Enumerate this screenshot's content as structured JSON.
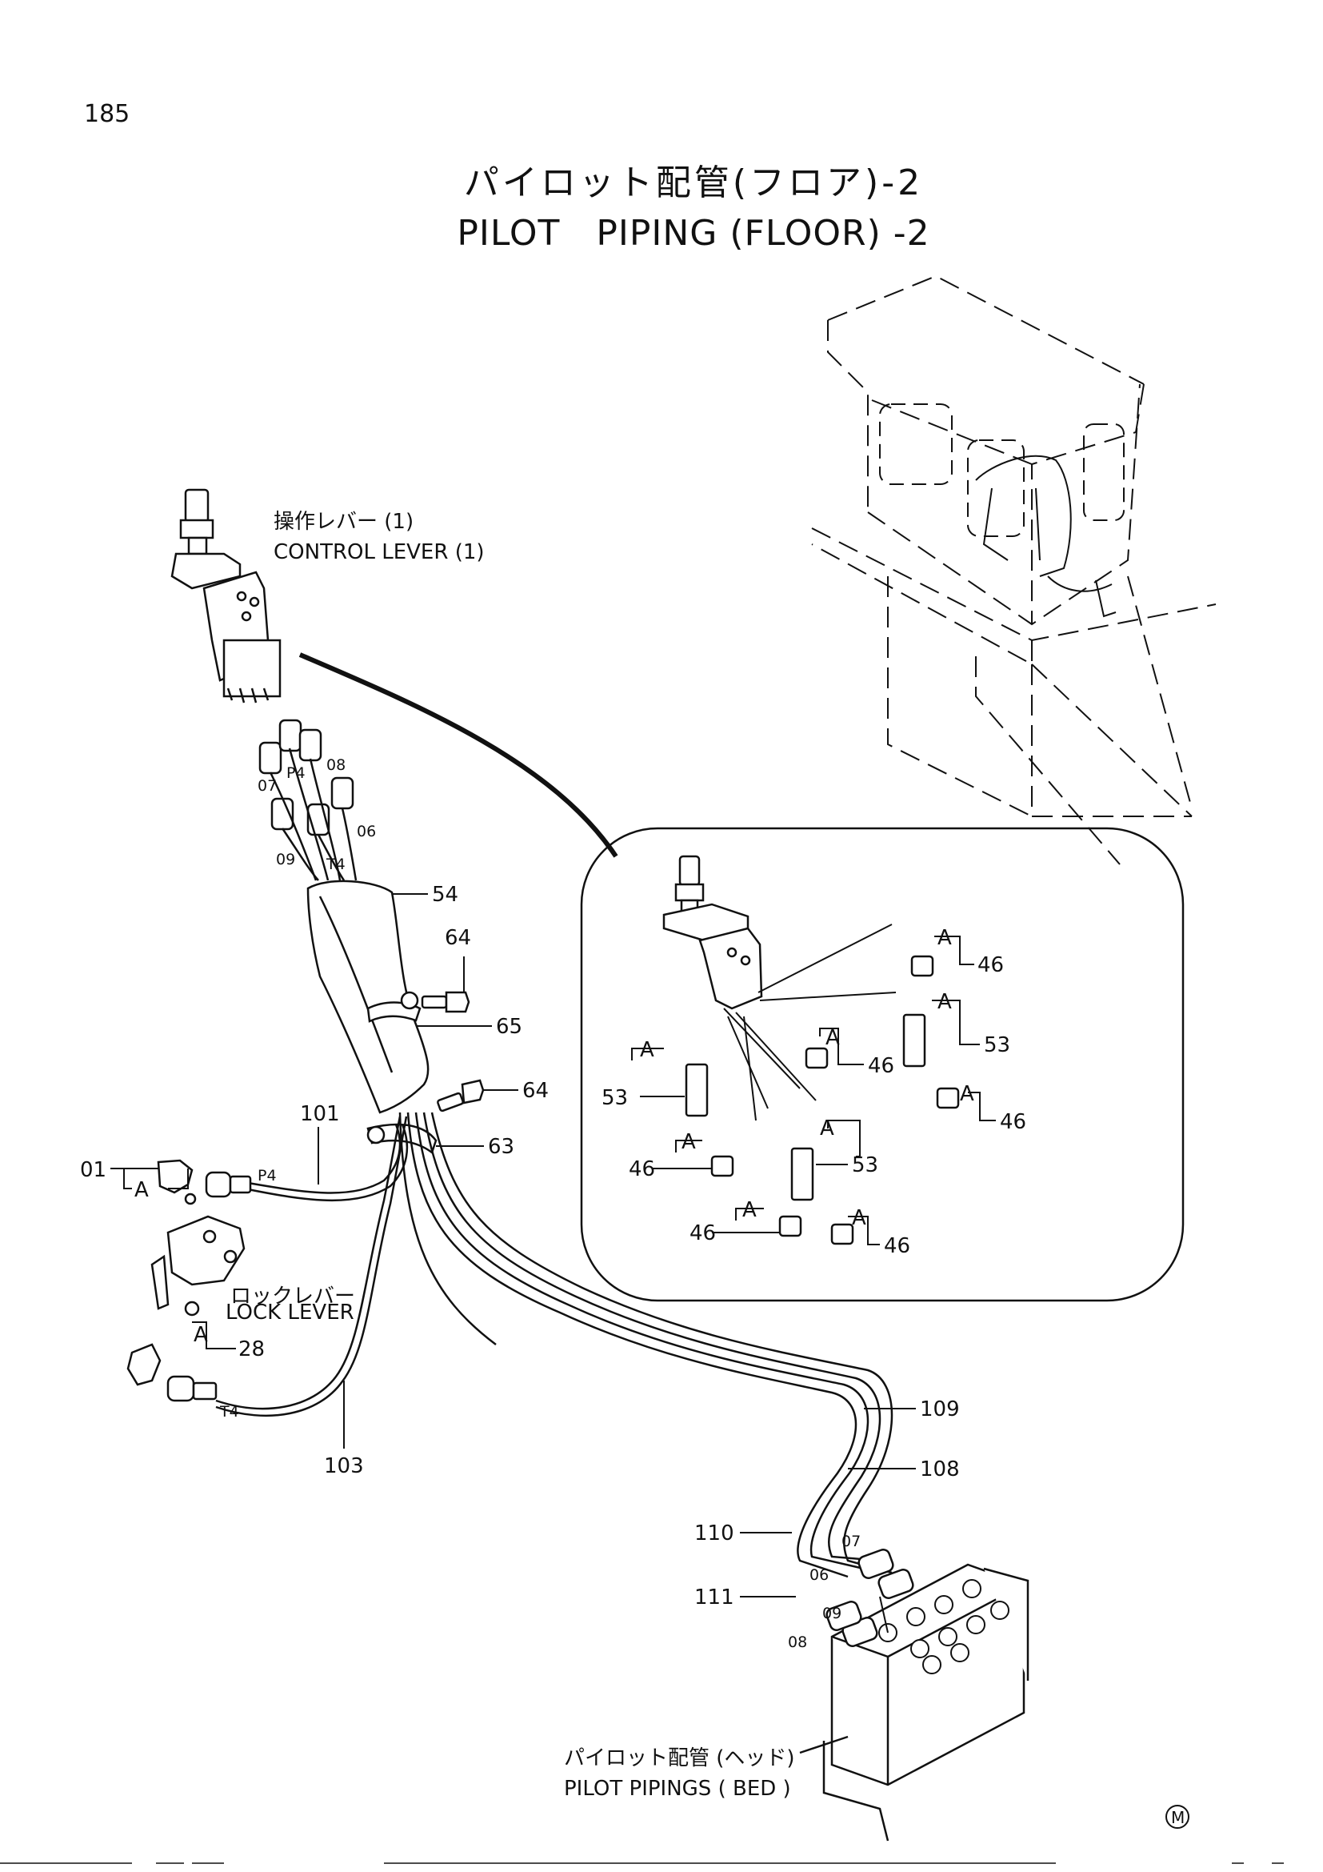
{
  "page_number": "185",
  "title_jp": "パイロット配管(フロア)-2",
  "title_en": "PILOT　PIPING (FLOOR) -2",
  "captions": {
    "control_lever_jp": "操作レバー (1)",
    "control_lever_en": "CONTROL LEVER (1)",
    "lock_lever_jp": "ロックレバー",
    "lock_lever_en": "LOCK LEVER",
    "pilot_pipings_jp": "パイロット配管 (ヘッド)",
    "pilot_pipings_en": "PILOT PIPINGS ( BED )"
  },
  "callouts": {
    "c54": "54",
    "c64a": "64",
    "c65": "65",
    "c64b": "64",
    "c63": "63",
    "c101": "101",
    "c01": "01",
    "c28": "28",
    "c103": "103",
    "c109": "109",
    "c108": "108",
    "c110": "110",
    "c111": "111",
    "p4_top": "P4",
    "t4_top": "T4",
    "p4_line": "P4",
    "t4_line": "T4",
    "n07_top": "07",
    "n08_top": "08",
    "n06_top": "06",
    "n09_top": "09",
    "n07_bot": "07",
    "n06_bot": "06",
    "n09_bot": "09",
    "n08_bot": "08",
    "a_01": "A",
    "a_28": "A"
  },
  "detail_callouts": {
    "a1": "A",
    "n46_1": "46",
    "a2": "A",
    "n53_1": "53",
    "a3": "A",
    "n53_2": "53",
    "a4": "A",
    "n46_2": "46",
    "a5": "A",
    "n46_3": "46",
    "a6": "A",
    "n46_4": "46",
    "a7": "A",
    "n53_3": "53",
    "a8": "A",
    "n46_5": "46",
    "a9": "A",
    "n46_6": "46"
  },
  "mark": "M"
}
